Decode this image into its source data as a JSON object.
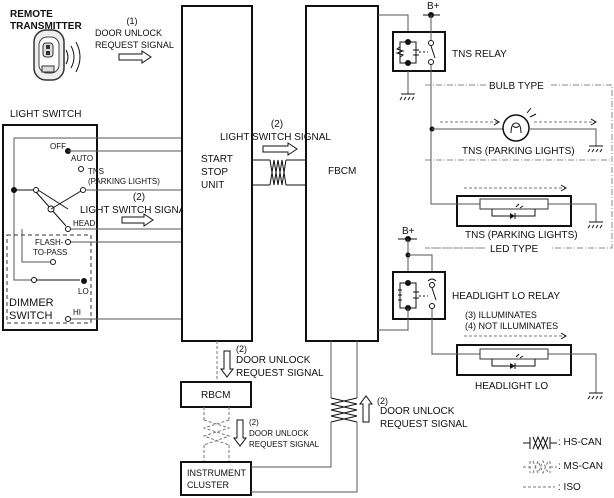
{
  "diagram": {
    "type": "wiring-system-diagram",
    "remote": {
      "title_line1": "REMOTE",
      "title_line2": "TRANSMITTER"
    },
    "signal1": {
      "num": "(1)",
      "line1": "DOOR UNLOCK",
      "line2": "REQUEST SIGNAL"
    },
    "light_switch": {
      "title": "LIGHT SWITCH",
      "positions": {
        "off": "OFF",
        "auto": "AUTO",
        "tns": "TNS",
        "tns_sub": "(PARKING LIGHTS)",
        "head": "HEAD"
      },
      "dimmer": {
        "title_line1": "DIMMER",
        "title_line2": "SWITCH",
        "flash1": "FLASH-",
        "flash2": "TO-PASS",
        "lo": "LO",
        "hi": "HI"
      }
    },
    "signal2_left": {
      "num": "(2)",
      "label": "LIGHT SWITCH SIGNAL"
    },
    "signal2_mid": {
      "num": "(2)",
      "label": "LIGHT SWITCH SIGNAL"
    },
    "start_stop": {
      "line1": "START",
      "line2": "STOP",
      "line3": "UNIT"
    },
    "fbcm": {
      "label": "FBCM"
    },
    "bplus": "B+",
    "tns_relay": {
      "label": "TNS RELAY"
    },
    "bulb_type": {
      "label": "BULB TYPE",
      "lamp": "TNS (PARKING LIGHTS)"
    },
    "led_type": {
      "label": "LED TYPE",
      "lamp": "TNS (PARKING LIGHTS)"
    },
    "headlight_relay": {
      "label": "HEADLIGHT LO RELAY"
    },
    "illuminates": {
      "line1": "(3) ILLUMINATES",
      "line2": "(4) NOT ILLUMINATES"
    },
    "headlight_lo": {
      "label": "HEADLIGHT LO"
    },
    "rbcm": {
      "label": "RBCM"
    },
    "instrument_cluster": {
      "line1": "INSTRUMENT",
      "line2": "CLUSTER"
    },
    "door_signal_a": {
      "num": "(2)",
      "line1": "DOOR UNLOCK",
      "line2": "REQUEST SIGNAL"
    },
    "door_signal_b": {
      "num": "(2)",
      "line1": "DOOR UNLOCK",
      "line2": "REQUEST SIGNAL"
    },
    "door_signal_c": {
      "num": "(2)",
      "line1": "DOOR UNLOCK",
      "line2": "REQUEST SIGNAL"
    },
    "legend": [
      {
        "key": "hs-can",
        "label": ": HS-CAN"
      },
      {
        "key": "ms-can",
        "label": ": MS-CAN"
      },
      {
        "key": "iso",
        "label": ": ISO"
      }
    ]
  }
}
